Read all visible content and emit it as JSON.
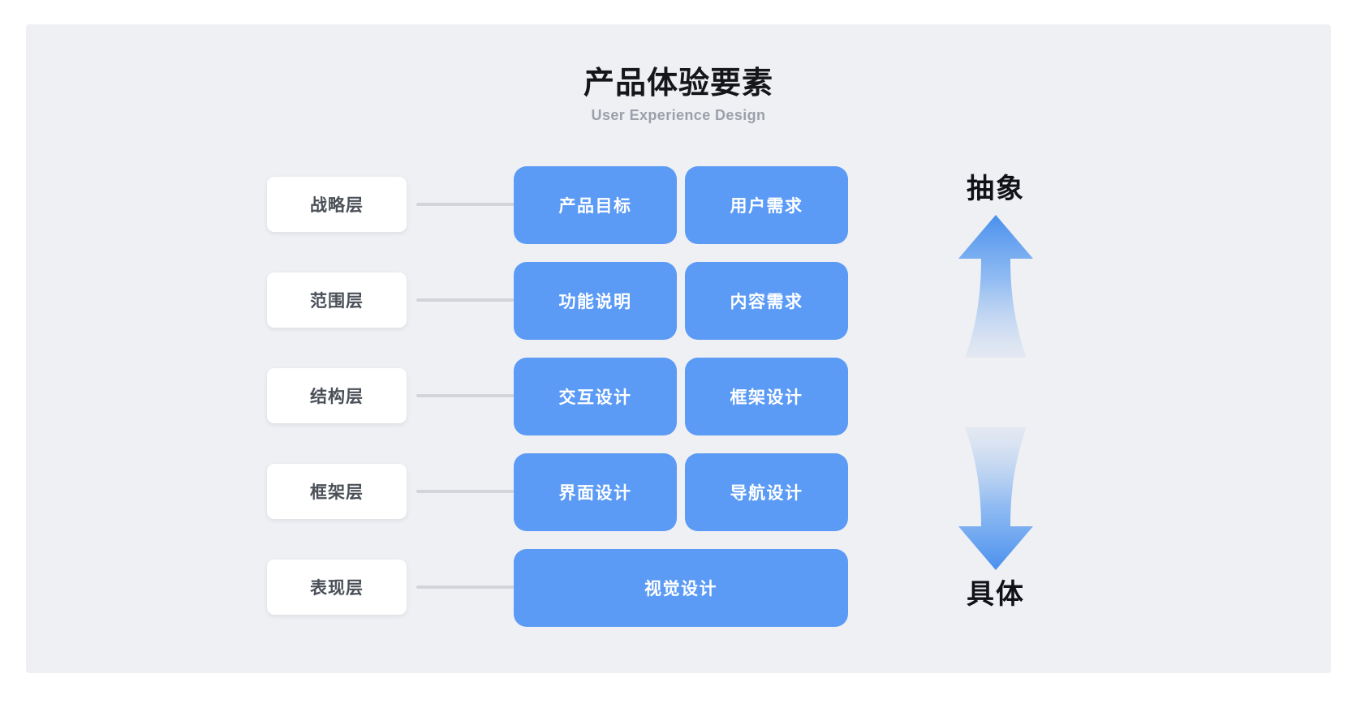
{
  "header": {
    "title": "产品体验要素",
    "subtitle": "User Experience Design"
  },
  "colors": {
    "page_background": "#ffffff",
    "panel_background": "#eff0f4",
    "card_blue": "#5b9bf5",
    "chip_white": "#ffffff",
    "chip_text": "#4b5058",
    "connector_gray": "#d2d4da",
    "title_black": "#14161a",
    "subtitle_gray": "#9ca0ab"
  },
  "axis": {
    "top_label": "抽象",
    "bottom_label": "具体",
    "up_arrow_icon": "arrow-up-gradient-icon",
    "down_arrow_icon": "arrow-down-gradient-icon"
  },
  "rows": [
    {
      "layer": "战略层",
      "connector_icon": "horizontal-connector-line",
      "cards": [
        "产品目标",
        "用户需求"
      ]
    },
    {
      "layer": "范围层",
      "connector_icon": "horizontal-connector-line",
      "cards": [
        "功能说明",
        "内容需求"
      ]
    },
    {
      "layer": "结构层",
      "connector_icon": "horizontal-connector-line",
      "cards": [
        "交互设计",
        "框架设计"
      ]
    },
    {
      "layer": "框架层",
      "connector_icon": "horizontal-connector-line",
      "cards": [
        "界面设计",
        "导航设计"
      ]
    },
    {
      "layer": "表现层",
      "connector_icon": "horizontal-connector-line",
      "cards": [
        "视觉设计"
      ]
    }
  ]
}
